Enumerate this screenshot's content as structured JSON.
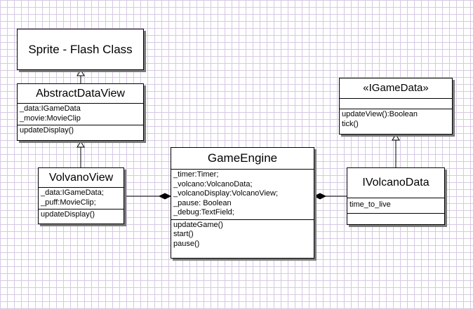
{
  "classes": {
    "sprite": {
      "name": "Sprite - Flash Class"
    },
    "abstract_data_view": {
      "name": "AbstractDataView",
      "attributes": [
        "_data:IGameData",
        "_movie:MovieClip"
      ],
      "operations": [
        "updateDisplay()"
      ]
    },
    "volvano_view": {
      "name": "VolvanoView",
      "attributes": [
        "_data:IGameData;",
        "_puff:MovieClip;"
      ],
      "operations": [
        "updateDisplay()"
      ]
    },
    "game_engine": {
      "name": "GameEngine",
      "attributes": [
        "_timer:Timer;",
        "_volcano:VolcanoData;",
        "_volcanoDisplay:VolcanoView;",
        "_pause: Boolean",
        "_debug:TextField;"
      ],
      "operations": [
        "updateGame()",
        "start()",
        "pause()"
      ]
    },
    "igamedata": {
      "name": "«IGameData»",
      "operations": [
        "updateView():Boolean",
        "tick()"
      ]
    },
    "ivolcano_data": {
      "name": "IVolcanoData",
      "attributes": [
        "time_to_live"
      ]
    }
  },
  "relations": [
    {
      "type": "generalization",
      "from": "AbstractDataView",
      "to": "Sprite - Flash Class"
    },
    {
      "type": "generalization",
      "from": "VolvanoView",
      "to": "AbstractDataView"
    },
    {
      "type": "generalization",
      "from": "IVolcanoData",
      "to": "«IGameData»"
    },
    {
      "type": "composition",
      "from": "VolvanoView",
      "to": "GameEngine"
    },
    {
      "type": "composition",
      "from": "IVolcanoData",
      "to": "GameEngine"
    }
  ]
}
